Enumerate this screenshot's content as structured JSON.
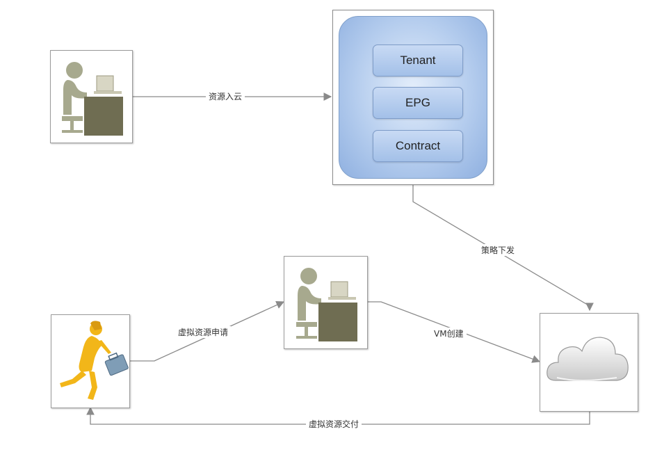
{
  "objects": [
    "Tenant",
    "EPG",
    "Contract"
  ],
  "labels": {
    "resource_onboard": "资源入云",
    "policy_push": "策略下发",
    "vr_request": "虚拟资源申请",
    "vm_create": "VM创建",
    "vr_deliver": "虚拟资源交付"
  },
  "colors": {
    "admin_figure": "#a7a98e",
    "admin_desk": "#6f6d52",
    "runner": "#f2b619",
    "briefcase": "#7f9db6",
    "line": "#8a8a8a"
  },
  "icons": {
    "admin": "admin-at-desk-icon",
    "operator": "operator-at-desk-icon",
    "tenant": "running-user-with-briefcase-icon",
    "cloud": "cloud-icon"
  }
}
